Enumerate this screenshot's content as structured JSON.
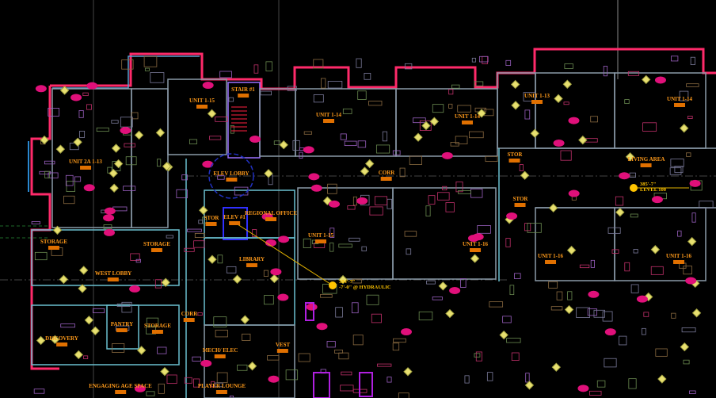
{
  "drawing": {
    "rooms": [
      "UNIT 1-15",
      "STAIR #1",
      "UNIT 2A 1-13",
      "ELEV LOBBY",
      "ELEV #1",
      "STOR",
      "REGIONAL OFFICE",
      "UNIT 1-15",
      "STORAGE",
      "STORAGE",
      "LIBRARY",
      "CORR",
      "STOR",
      "STOR",
      "LIVING AREA",
      "UNIT 1-14",
      "UNIT 1-14",
      "UNIT 1-14",
      "UNIT 1-13",
      "UNIT 1-16",
      "UNIT 1-16",
      "UNIT 1-16",
      "WEST LOBBY",
      "DISCOVERY",
      "PANTRY",
      "STORAGE",
      "CORR",
      "MECH/ ELEC",
      "VEST",
      "PLAYER LOUNGE",
      "ENGAGING AGE SPACE"
    ],
    "markers": {
      "level": {
        "elevation": "385'-7\"",
        "label": "LEVEL 100"
      },
      "hydraulic": {
        "elevation": "384'-7\"",
        "label": "-7'-0\" @ HYDRAULIC"
      }
    },
    "colors": {
      "background": "#000000",
      "walls": "#8a9aa8",
      "exterior": "#ff2a6a",
      "label": "#ff9a1a",
      "fixture": "#e8e070",
      "door": "#e0107a"
    }
  }
}
